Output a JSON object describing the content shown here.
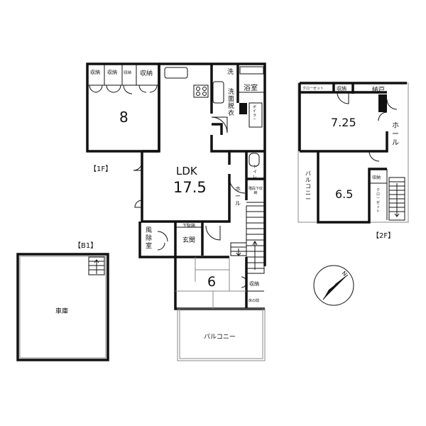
{
  "floors": {
    "f1": {
      "label": "【1F】",
      "rooms": {
        "room8": "8",
        "closet1": "収納",
        "closet2": "収納",
        "closet3": "収納",
        "closet4": "収納",
        "ldk": "LDK",
        "ldk_size": "17.5",
        "wash": "洗",
        "dressing": "洗面脱衣",
        "bath": "浴室",
        "boiler": "ボイラー",
        "toilet": "トイレ",
        "stair_storage": "階段下収納",
        "hall": "ホール",
        "windbreak": "風除室",
        "shoe_box": "下駄箱",
        "entrance": "玄関",
        "room6": "6",
        "storage": "収納",
        "alcove": "床の間",
        "balcony": "バルコニー"
      }
    },
    "b1": {
      "label": "【B1】",
      "rooms": {
        "garage": "車庫"
      }
    },
    "f2": {
      "label": "【2F】",
      "rooms": {
        "closet_top": "クローゼット",
        "storage_top": "収納",
        "nando": "納戸",
        "room725": "7.25",
        "hall": "ホール",
        "balcony": "バルコニー",
        "room65": "6.5",
        "storage": "収納",
        "closet": "クローゼット"
      }
    }
  },
  "compass": {
    "label": "N"
  }
}
